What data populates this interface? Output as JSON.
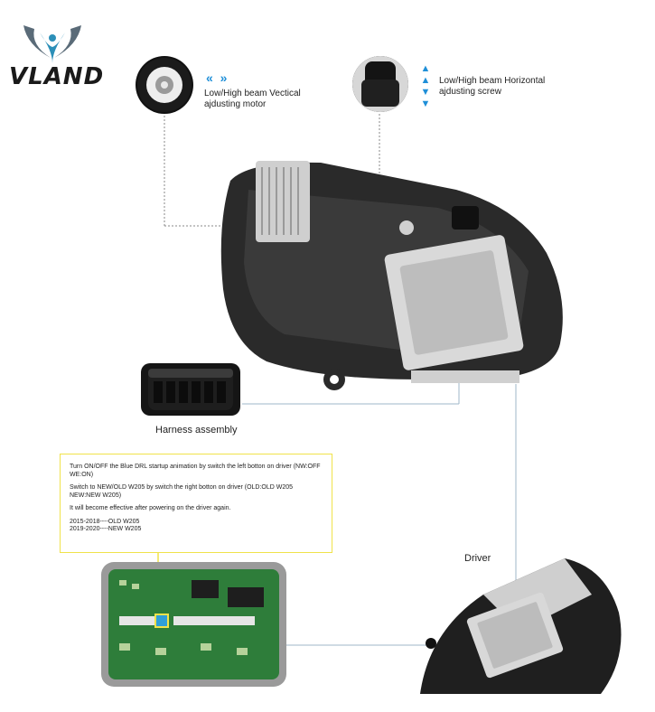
{
  "brand": {
    "logo_text": "VLAND"
  },
  "callouts": {
    "vertical_motor": "Low/High beam Vectical ajdusting motor",
    "horizontal_screw": "Low/High beam Horizontal ajdusting screw",
    "harness": "Harness assembly",
    "driver": "Driver"
  },
  "icons": {
    "horizontal_arrows": "arrows-horizontal-icon",
    "vertical_arrows": "arrows-vertical-icon"
  },
  "notice": {
    "line1": "Turn ON/OFF the Blue DRL startup animation by switch the left botton on driver (NW:OFF  WE:ON)",
    "line2": "Switch to NEW/OLD W205 by switch the right botton on driver (OLD:OLD W205  NEW:NEW W205)",
    "line3": "It will become effective after powering on the driver again.",
    "line4": "2015-2018----OLD W205",
    "line5": "2019-2020----NEW W205"
  },
  "colors": {
    "accent": "#1f8fd8",
    "notice_border": "#f0e24a",
    "pcb_green": "#2e7d3a"
  }
}
